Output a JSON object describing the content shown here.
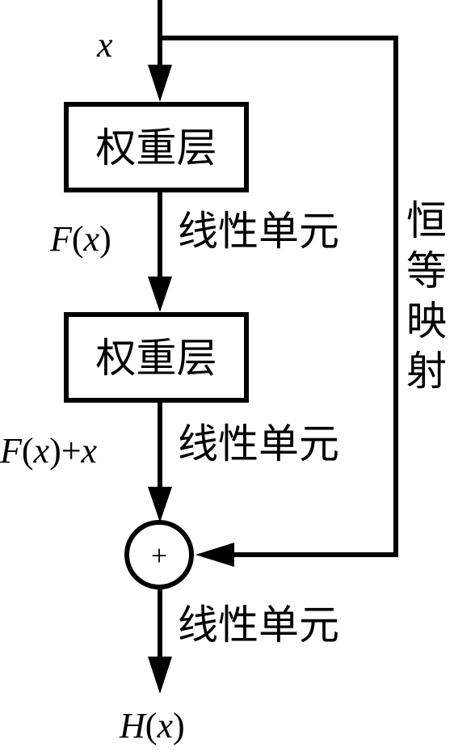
{
  "input_label": "x",
  "boxes": [
    {
      "label": "权重层"
    },
    {
      "label": "权重层"
    }
  ],
  "relu_labels": [
    "线性单元",
    "线性单元",
    "线性单元"
  ],
  "intermediate_label_1": "F(x)",
  "intermediate_label_2": "F(x)+x",
  "sum_symbol": "+",
  "shortcut_label": [
    "恒",
    "等",
    "映",
    "射"
  ],
  "output_label": "H(x)"
}
